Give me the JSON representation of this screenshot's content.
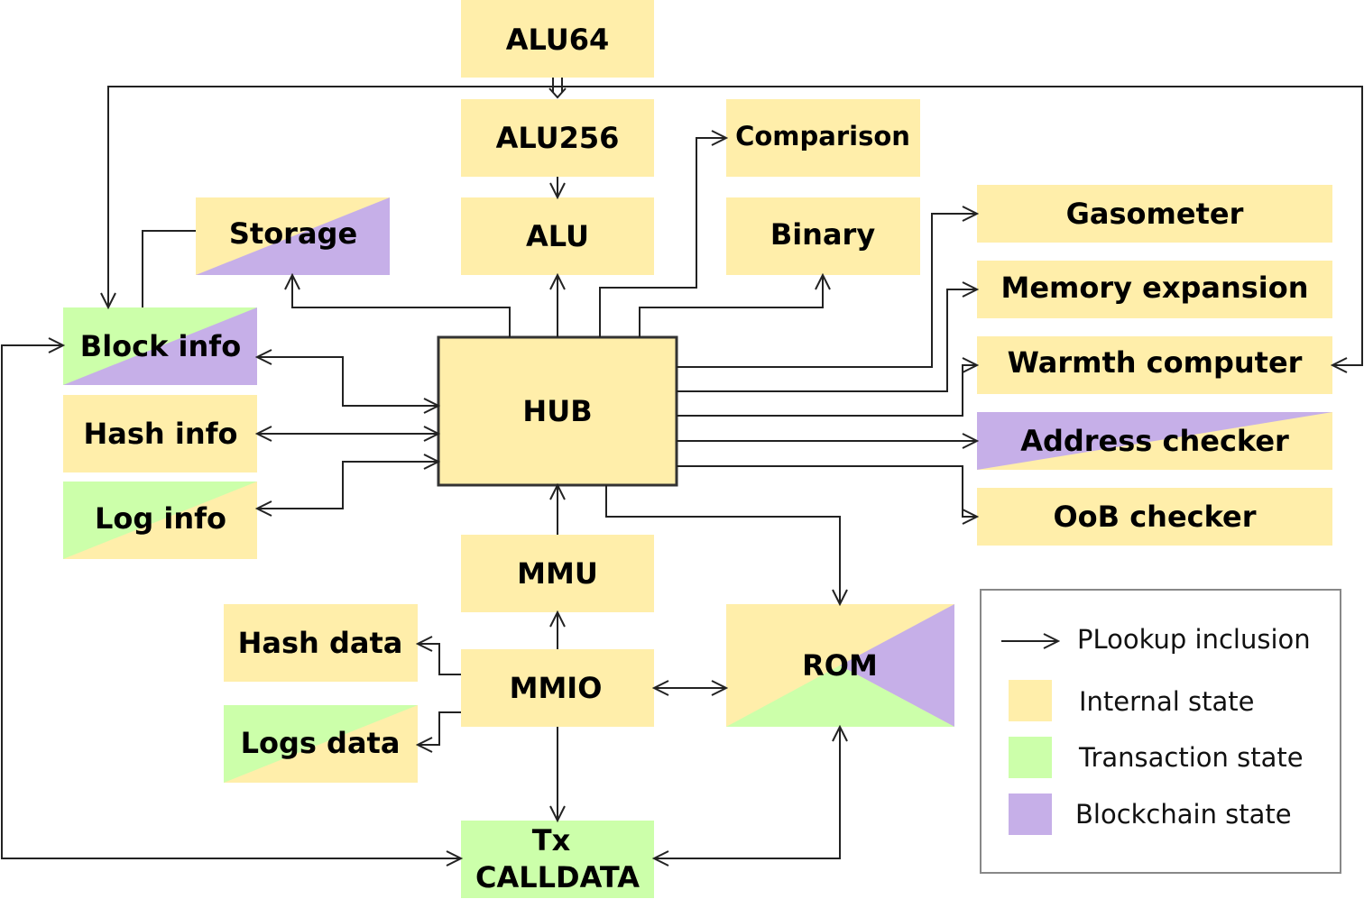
{
  "colors": {
    "internal": "#ffeeaa",
    "transaction": "#ccffaa",
    "blockchain": "#c6afe8",
    "line": "#222222",
    "hub_border": "#333333"
  },
  "modules": {
    "alu64": "ALU64",
    "alu256": "ALU256",
    "alu": "ALU",
    "comparison": "Comparison",
    "binary": "Binary",
    "storage": "Storage",
    "block_info": "Block info",
    "hash_info": "Hash info",
    "log_info": "Log info",
    "hub": "HUB",
    "gasometer": "Gasometer",
    "memory_expansion": "Memory expansion",
    "warmth_computer": "Warmth computer",
    "address_checker": "Address checker",
    "oob_checker": "OoB checker",
    "mmu": "MMU",
    "mmio": "MMIO",
    "hash_data": "Hash data",
    "logs_data": "Logs data",
    "rom": "ROM",
    "tx_calldata_line1": "Tx",
    "tx_calldata_line2": "CALLDATA"
  },
  "legend": {
    "plookup": "PLookup inclusion",
    "internal": "Internal state",
    "transaction": "Transaction state",
    "blockchain": "Blockchain state"
  }
}
